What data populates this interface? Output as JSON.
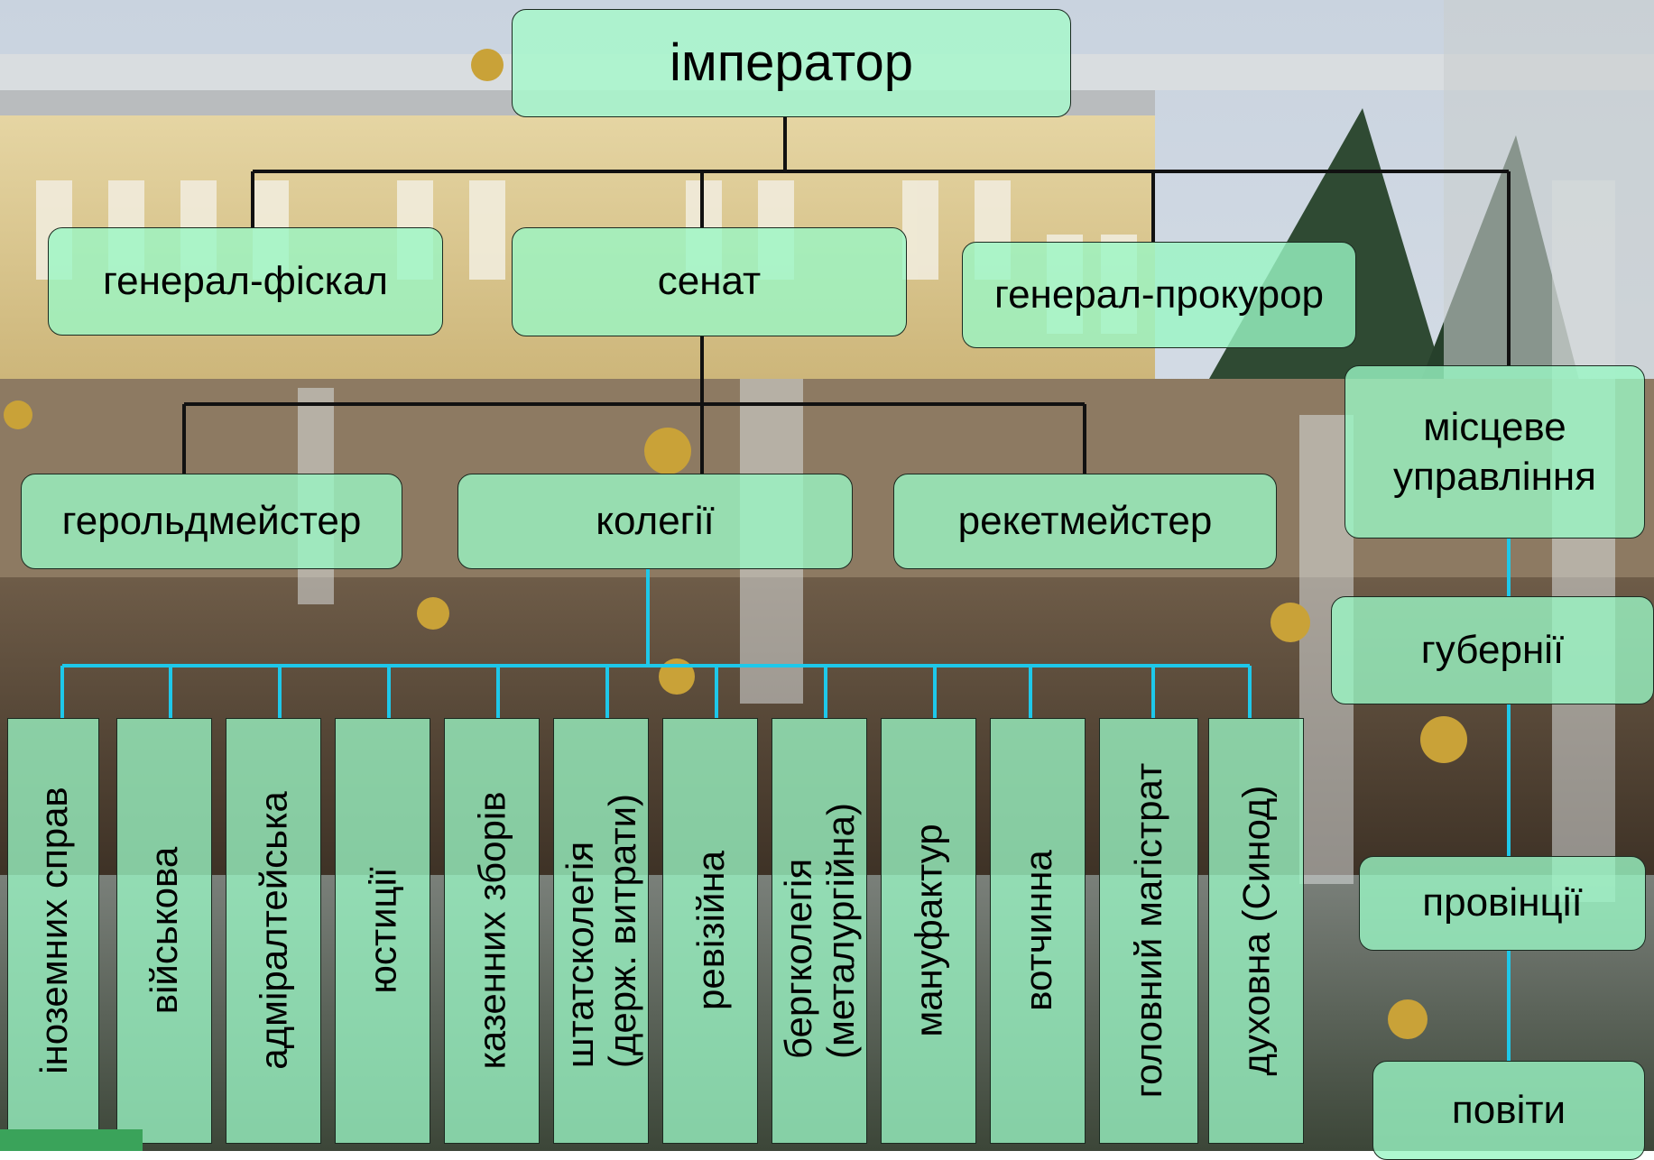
{
  "root": "імператор",
  "level1": {
    "fiscal": "генерал-фіскал",
    "senate": "сенат",
    "prosecutor": "генерал-прокурор"
  },
  "senate_children": {
    "herald": "герольдмейстер",
    "colleges": "колегії",
    "reket": "рекетмейстер"
  },
  "colleges": [
    "іноземних справ",
    "військова",
    "адміралтейська",
    "юстиції",
    "казенних зборів",
    "штатсколегія\n(держ. витрати)",
    "ревізійна",
    "бергколегія\n(металургійна)",
    "мануфактур",
    "вотчинна",
    "головний магістрат",
    "духовна (Синод)"
  ],
  "local": {
    "title_line1": "місцеве",
    "title_line2": "управління",
    "gubernii": "губернії",
    "provintsii": "провінції",
    "povity": "повіти"
  },
  "colors": {
    "box_fill": "#9af6c4",
    "black_connector": "#111111",
    "blue_connector": "#1ec8ea"
  }
}
